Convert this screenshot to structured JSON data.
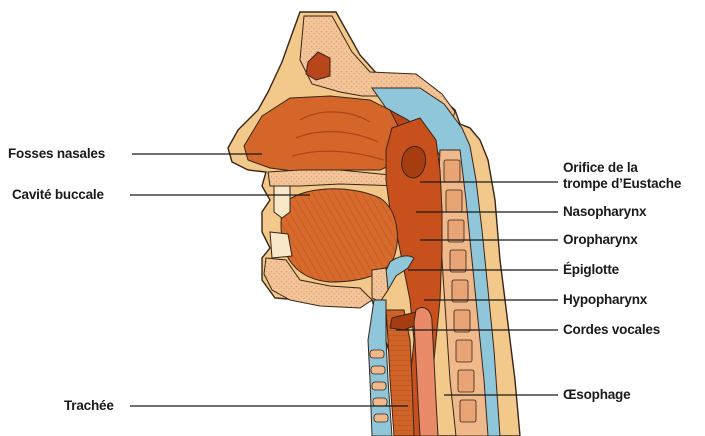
{
  "labels": {
    "fosses_nasales": "Fosses nasales",
    "cavite_buccale": "Cavité buccale",
    "trachee": "Trachée",
    "orifice_line1": "Orifice de la",
    "orifice_line2": "trompe d’Eustache",
    "nasopharynx": "Nasopharynx",
    "oropharynx": "Oropharynx",
    "epiglotte": "Épiglotte",
    "hypopharynx": "Hypopharynx",
    "cordes_vocales": "Cordes vocales",
    "oesophage": "Œsophage"
  },
  "colors": {
    "skin": "#f2c98a",
    "skin_outline": "#3a2416",
    "muscle": "#d4662a",
    "muscle_dark": "#b54c1a",
    "pharynx": "#c8501c",
    "bone": "#f3c59a",
    "bone_dots": "#e6a877",
    "cartilage_blue": "#8fc6da",
    "spine_block": "#f0b98c",
    "leader_line": "#1a1a1a"
  }
}
